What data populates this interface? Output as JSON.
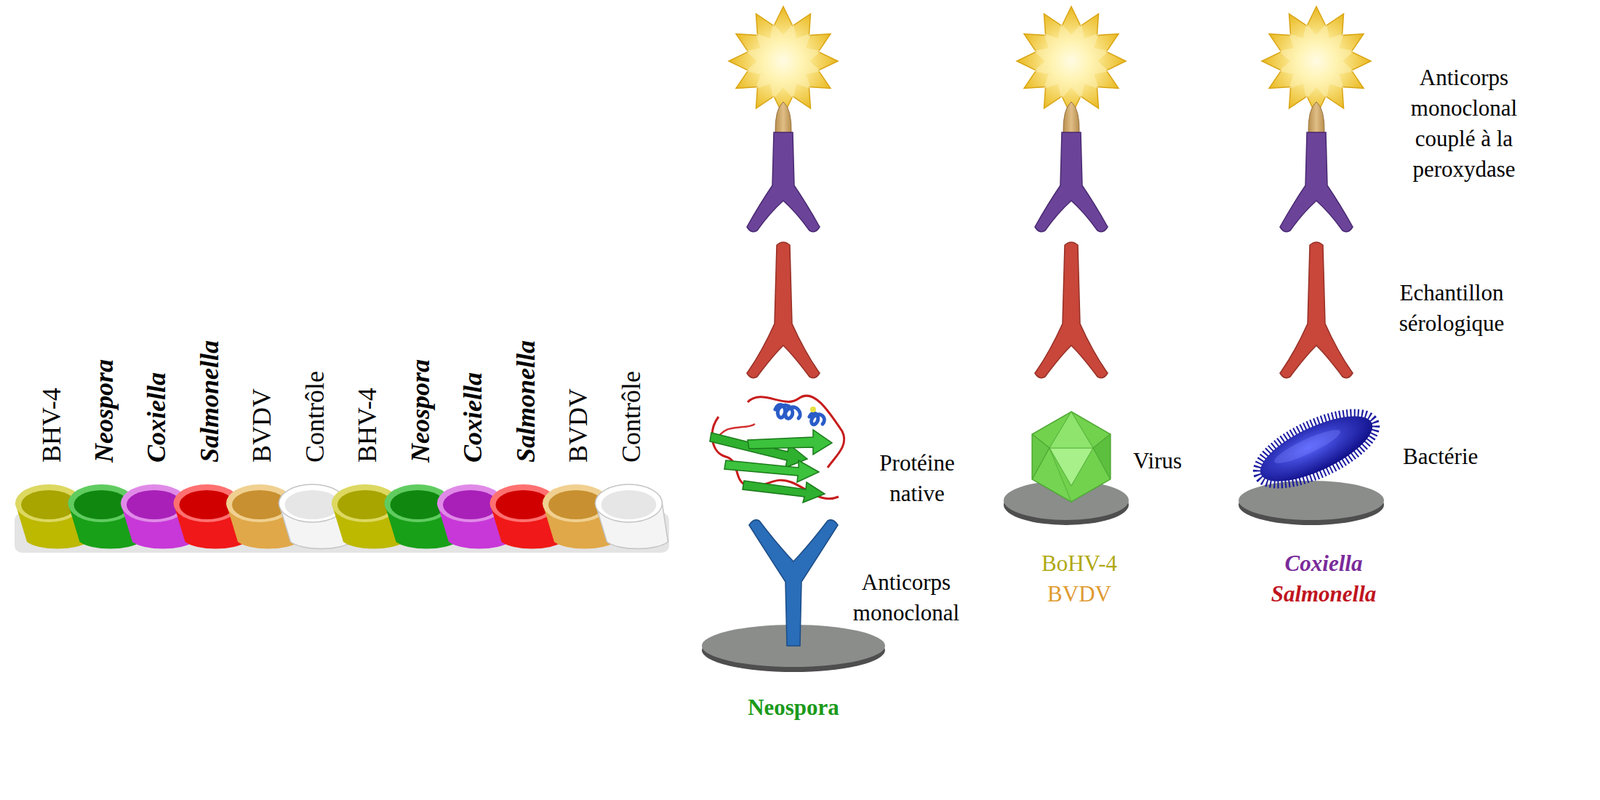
{
  "diagram": {
    "labels": [
      "BHV-4",
      "Neospora",
      "Coxiella",
      "Salmonella",
      "BVDV",
      "Contrôle",
      "BHV-4",
      "Neospora",
      "Coxiella",
      "Salmonella",
      "BVDV",
      "Contrôle",
      "Anticorps monoclonal couplé à la peroxydase",
      "Echantillon sérologique",
      "Protéine native",
      "Virus",
      "Bactérie",
      "Anticorps monoclonal",
      "Neospora",
      "BoHV-4",
      "BVDV",
      "Coxiella",
      "Salmonella"
    ]
  }
}
